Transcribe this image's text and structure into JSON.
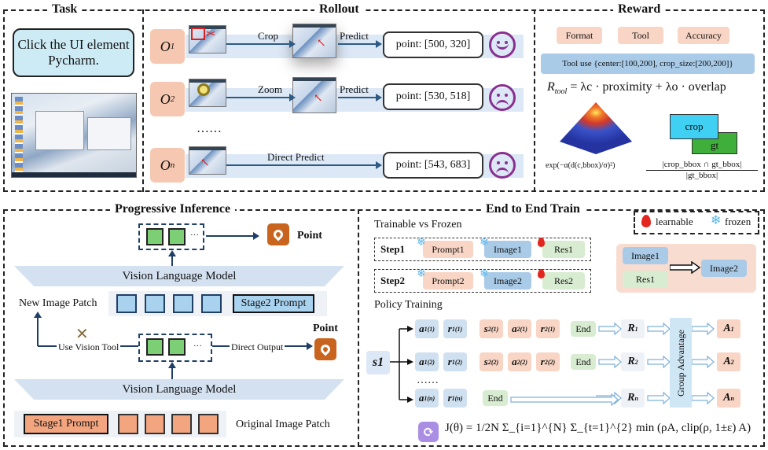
{
  "sections": {
    "task": "Task",
    "rollout": "Rollout",
    "reward": "Reward",
    "progressive": "Progressive Inference",
    "e2e": "End to End Train"
  },
  "task": {
    "prompt": "Click the UI element Pycharm."
  },
  "rollout": {
    "rows": [
      {
        "o": "O1",
        "o_main": "O",
        "o_sub": "1",
        "action": "Crop",
        "predict": "Predict",
        "point": "point: [500, 320]",
        "mood": "happy"
      },
      {
        "o": "O2",
        "o_main": "O",
        "o_sub": "2",
        "action": "Zoom",
        "predict": "Predict",
        "point": "point: [530, 518]",
        "mood": "sad"
      },
      {
        "o": "On",
        "o_main": "O",
        "o_sub": "n",
        "action": "",
        "predict": "Direct Predict",
        "point": "point: [543, 683]",
        "mood": "sad"
      }
    ],
    "ellipsis": "……"
  },
  "reward": {
    "tags": [
      "Format",
      "Tool",
      "Accuracy"
    ],
    "tool_use": "Tool use {center:[100,200], crop_size:[200,200]}",
    "formula_R": "R",
    "formula_R_sub": "tool",
    "formula_rest": " = λc · proximity + λo · overlap",
    "prox_formula": "exp(−α(d(c,bbox)/σ)²)",
    "crop_label": "crop",
    "gt_label": "gt",
    "overlap_num": "|crop_bbox ∩ gt_bbox|",
    "overlap_den": "|gt_bbox|"
  },
  "progressive": {
    "point1": "Point",
    "point2": "Point",
    "vlm_top": "Vision Language Model",
    "vlm_bottom": "Vision Language Model",
    "new_patch": "New Image Patch",
    "stage2": "Stage2 Prompt",
    "use_tool": "Use Vision Tool",
    "direct_output": "Direct Output",
    "stage1": "Stage1 Prompt",
    "original_patch": "Original Image Patch",
    "dots": "···"
  },
  "e2e": {
    "legend_learnable": "learnable",
    "legend_frozen": "frozen",
    "trainable_title": "Trainable vs Frozen",
    "step1": {
      "label": "Step1",
      "prompt": "Prompt1",
      "image": "Image1",
      "res": "Res1"
    },
    "step2": {
      "label": "Step2",
      "prompt": "Prompt2",
      "image": "Image2",
      "res": "Res2"
    },
    "merge": {
      "image1": "Image1",
      "res1": "Res1",
      "image2": "Image2"
    },
    "policy_title": "Policy Training",
    "s1": "s1",
    "end": "End",
    "group_adv": "Group Advantage",
    "dots": "……",
    "objective": "J(θ) = 1/2N Σ_{i=1}^{N} Σ_{t=1}^{2} min (ρA, clip(ρ, 1±ε) A)"
  },
  "colors": {
    "peach": "#f8d5c4",
    "blue": "#a9cbe8",
    "green": "#d7ecd0",
    "purple": "#8a2f8f",
    "point_orange": "#c9641f"
  }
}
